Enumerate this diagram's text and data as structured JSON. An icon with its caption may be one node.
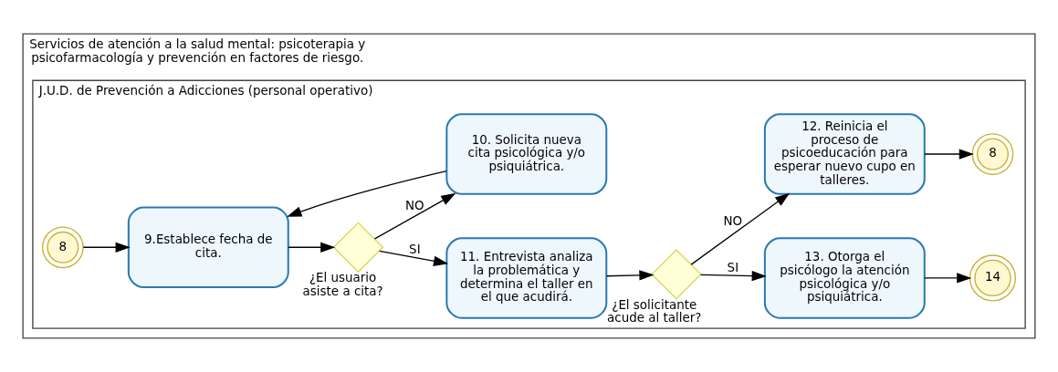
{
  "diagram": {
    "nodes": [
      {
        "text": [
          "Servicios de atención a la salud mental: psicoterapia y psicofarmacología y prevención en factores de riesgo."
        ]
      },
      {
        "text": [
          "J.U.D. de Prevención a Adicciones (personal operativo)"
        ],
        "in": 0
      },
      {
        "text": [
          "8"
        ],
        "in": 1
      },
      {
        "text": [
          "9.Establece fecha de cita."
        ],
        "in": 1
      },
      {
        "text": [
          "¿El usuario asiste a cita?"
        ],
        "in": 1
      },
      {
        "text": [
          "11. Entrevista analiza la problemática y determina el taller en el que acudirá."
        ],
        "in": 1
      },
      {
        "text": [
          "10. Solicita nueva cita psicológica y/o psiquiátrica."
        ],
        "in": 1
      },
      {
        "text": [
          "¿El solicitante acude al taller?"
        ],
        "in": 1
      },
      {
        "text": [
          "13. Otorga el psicólogo la atención psicológica y/o psiquiátrica."
        ],
        "in": 1
      },
      {
        "text": [
          "14"
        ],
        "in": 1
      },
      {
        "text": [
          "12. Reinicia el proceso de psicoeducación para esperar nuevo cupo en talleres."
        ],
        "in": 1
      },
      {
        "text": [
          "8"
        ],
        "in": 1
      }
    ],
    "edges": [
      {
        "from": 2,
        "to": 3,
        "arrow": "to"
      },
      {
        "from": 3,
        "to": 4,
        "arrow": "to"
      },
      {
        "from": 4,
        "to": 5,
        "arrow": "to",
        "label": "SI"
      },
      {
        "from": 4,
        "to": 6,
        "arrow": "to",
        "label": "NO"
      },
      {
        "from": 6,
        "to": 3,
        "arrow": "to"
      },
      {
        "from": 5,
        "to": 7,
        "arrow": "to"
      },
      {
        "from": 7,
        "to": 8,
        "arrow": "to",
        "label": "SI"
      },
      {
        "from": 7,
        "to": 10,
        "arrow": "to",
        "label": "NO"
      },
      {
        "from": 8,
        "to": 9,
        "arrow": "to"
      },
      {
        "from": 10,
        "to": 11,
        "arrow": "to"
      }
    ]
  }
}
